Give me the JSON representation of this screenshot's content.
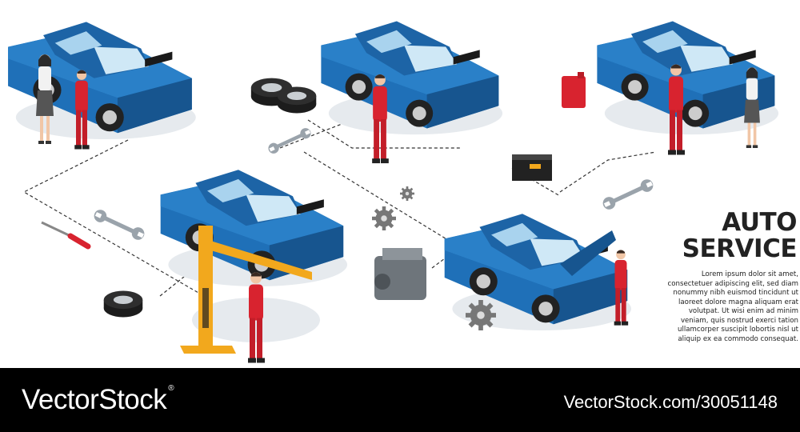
{
  "heading": {
    "line1": "AUTO",
    "line2": "SERVICE"
  },
  "description": [
    "Lorem ipsum dolor sit amet,",
    "consectetuer adipiscing elit, sed diam",
    "nonummy nibh euismod tincidunt ut",
    "laoreet dolore magna aliquam erat",
    "volutpat. Ut wisi enim ad minim",
    "veniam, quis nostrud exerci tation",
    "ullamcorper suscipit lobortis nisl ut",
    "aliquip ex ea commodo consequat."
  ],
  "footer": {
    "brand": "VectorStock",
    "registered": "®",
    "url": "VectorStock.com/30051148"
  },
  "colors": {
    "car_blue": "#1f70b8",
    "car_dark": "#17558f",
    "worker_red": "#d8232f",
    "lift_yellow": "#f2a81d",
    "footer_bg": "#000000"
  },
  "icons": [
    "car-icon",
    "mechanic-icon",
    "customer-icon",
    "tire-stack-icon",
    "wrench-icon",
    "screwdriver-icon",
    "tire-icon",
    "gear-icon",
    "engine-icon",
    "battery-icon",
    "fuel-canister-icon",
    "car-lift-icon"
  ]
}
